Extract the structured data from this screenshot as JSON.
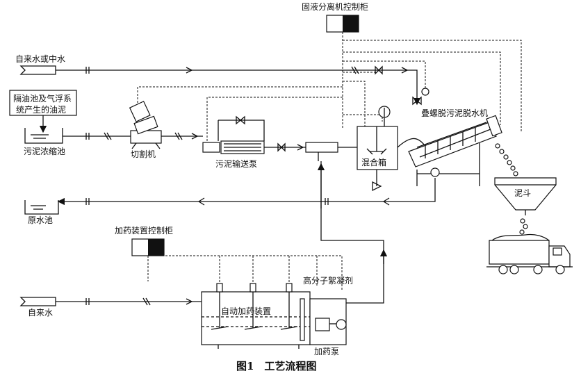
{
  "labels": {
    "separator_panel": "固液分离机控制柜",
    "tap_or_reclaimed_water": "自来水或中水",
    "oil_sludge_source": "隔油池及气浮系统产生的油泥",
    "sludge_thickener": "污泥浓缩池",
    "cutter": "切割机",
    "sludge_pump": "污泥输送泵",
    "mixing_tank": "混合箱",
    "screw_press": "叠螺脱污泥脱水机",
    "sludge_hopper": "泥斗",
    "raw_water_tank": "原水池",
    "dosing_panel": "加药装置控制柜",
    "tap_water": "自来水",
    "auto_dosing": "自动加药装置",
    "polymer_flocculant": "高分子絮凝剂",
    "dosing_pump": "加药泵"
  },
  "caption": "图1　工艺流程图"
}
